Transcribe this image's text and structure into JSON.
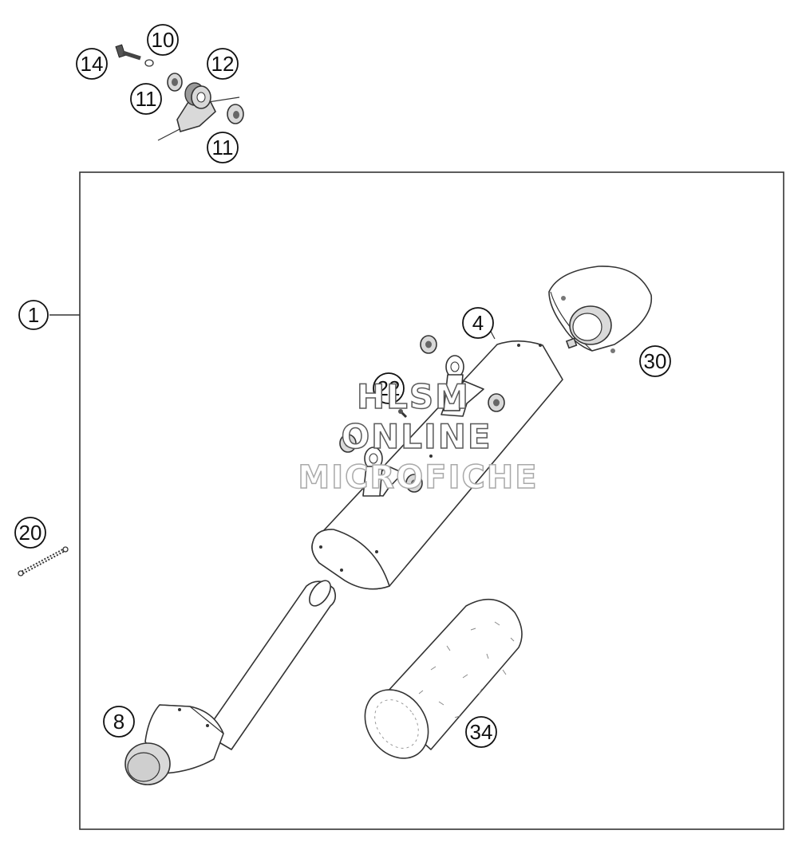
{
  "callouts": [
    {
      "id": "c1",
      "label": "1"
    },
    {
      "id": "c4",
      "label": "4"
    },
    {
      "id": "c8",
      "label": "8"
    },
    {
      "id": "c10",
      "label": "10"
    },
    {
      "id": "c11a",
      "label": "11"
    },
    {
      "id": "c11b",
      "label": "11"
    },
    {
      "id": "c12",
      "label": "12"
    },
    {
      "id": "c14",
      "label": "14"
    },
    {
      "id": "c20",
      "label": "20"
    },
    {
      "id": "c22",
      "label": "22"
    },
    {
      "id": "c30",
      "label": "30"
    },
    {
      "id": "c34",
      "label": "34"
    }
  ],
  "watermark": {
    "line1": "HLSM",
    "line2": "ONLINE",
    "line3": "MICROFICHE"
  }
}
